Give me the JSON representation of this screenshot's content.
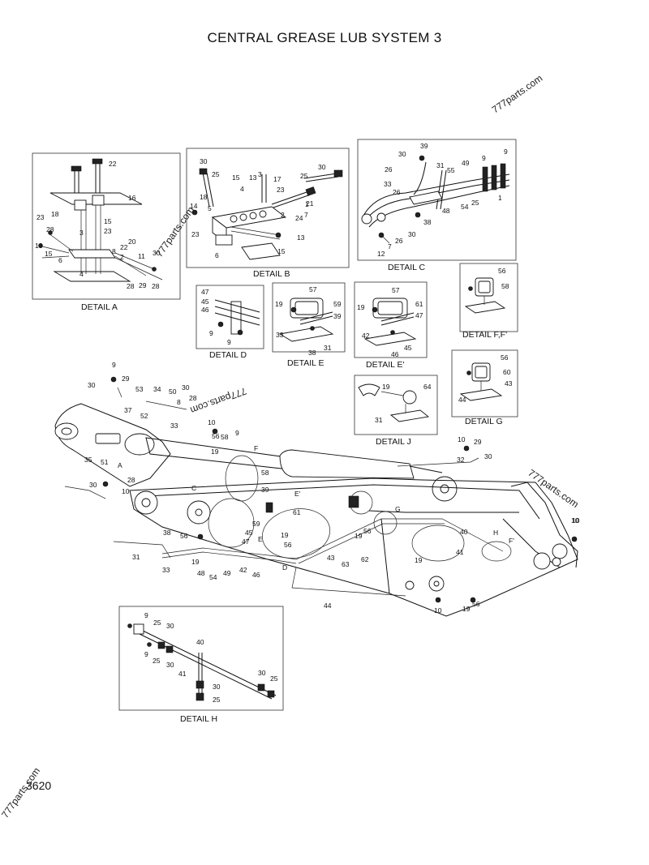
{
  "title": "CENTRAL GREASE LUB SYSTEM 3",
  "page_number": "3620",
  "watermark": "777parts.com",
  "details": {
    "a": {
      "caption": "DETAIL A",
      "labels": [
        "22",
        "16",
        "18",
        "23",
        "15",
        "28",
        "3",
        "23",
        "20",
        "13",
        "22",
        "8",
        "2",
        "11",
        "30",
        "15",
        "6",
        "4",
        "28",
        "29",
        "28"
      ]
    },
    "b": {
      "caption": "DETAIL B",
      "labels": [
        "30",
        "25",
        "15",
        "13",
        "3",
        "17",
        "25",
        "30",
        "18",
        "4",
        "23",
        "21",
        "14",
        "5",
        "7",
        "24",
        "1",
        "2",
        "23",
        "13",
        "6",
        "15"
      ]
    },
    "c": {
      "caption": "DETAIL C",
      "labels": [
        "30",
        "39",
        "26",
        "31",
        "9",
        "9",
        "49",
        "55",
        "33",
        "26",
        "48",
        "25",
        "54",
        "1",
        "38",
        "7",
        "30",
        "26",
        "12"
      ]
    },
    "d": {
      "caption": "DETAIL D",
      "labels": [
        "47",
        "45",
        "46",
        "9",
        "9"
      ]
    },
    "e": {
      "caption": "DETAIL E",
      "labels": [
        "57",
        "19",
        "59",
        "39",
        "33",
        "38",
        "31"
      ]
    },
    "e2": {
      "caption": "DETAIL E'",
      "labels": [
        "57",
        "19",
        "61",
        "47",
        "42",
        "46",
        "45"
      ]
    },
    "f": {
      "caption": "DETAIL F,F'",
      "labels": [
        "56",
        "58"
      ]
    },
    "g": {
      "caption": "DETAIL G",
      "labels": [
        "56",
        "60",
        "43",
        "44"
      ]
    },
    "j": {
      "caption": "DETAIL J",
      "labels": [
        "19",
        "64",
        "31"
      ]
    },
    "h": {
      "caption": "DETAIL H",
      "labels": [
        "9",
        "25",
        "30",
        "9",
        "25",
        "30",
        "40",
        "41",
        "30",
        "25",
        "30",
        "25"
      ]
    }
  },
  "main_labels": [
    "9",
    "29",
    "30",
    "53",
    "34",
    "30",
    "28",
    "37",
    "50",
    "52",
    "8",
    "10",
    "33",
    "19",
    "56",
    "58",
    "9",
    "35",
    "51",
    "A",
    "28",
    "30",
    "10",
    "F",
    "58",
    "39",
    "C",
    "E'",
    "32",
    "10",
    "29",
    "30",
    "G",
    "61",
    "38",
    "56",
    "59",
    "E",
    "19",
    "56",
    "45",
    "47",
    "19",
    "56",
    "62",
    "40",
    "H",
    "F'",
    "41",
    "19",
    "10",
    "31",
    "33",
    "19",
    "48",
    "54",
    "49",
    "42",
    "46",
    "D",
    "43",
    "63",
    "44",
    "10",
    "19",
    "56",
    "10"
  ]
}
